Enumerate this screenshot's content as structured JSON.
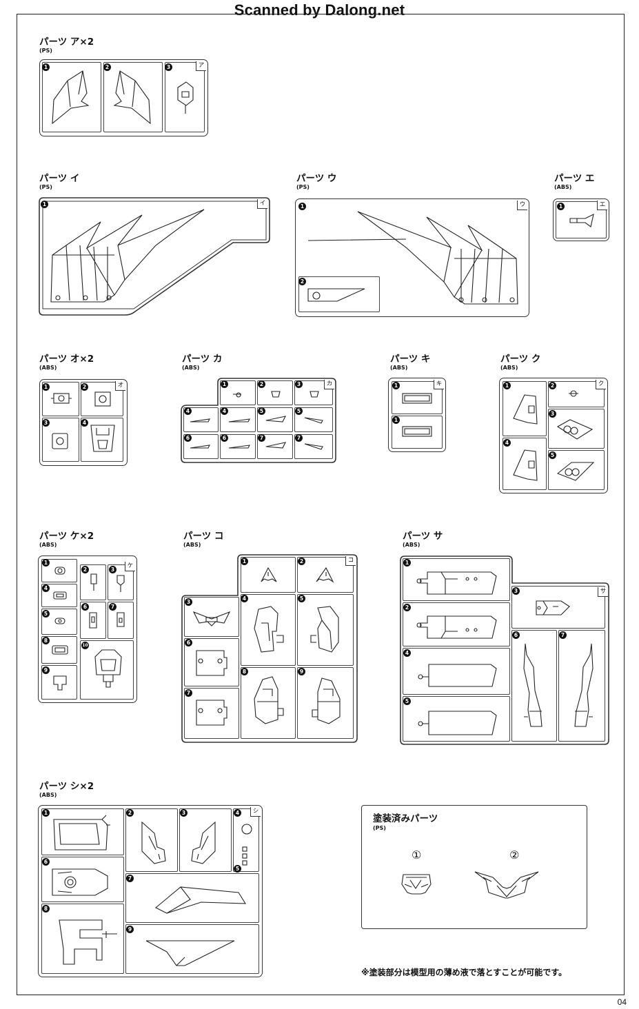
{
  "header": {
    "watermark": "Scanned by Dalong.net"
  },
  "page_number": "04",
  "parts": {
    "a": {
      "title": "パーツ ア×2",
      "material": "(PS)",
      "tag": "ア",
      "nums": [
        "1",
        "2",
        "3"
      ]
    },
    "i": {
      "title": "パーツ イ",
      "material": "(PS)",
      "tag": "イ",
      "nums": [
        "1"
      ]
    },
    "u": {
      "title": "パーツ ウ",
      "material": "(PS)",
      "tag": "ウ",
      "nums": [
        "1",
        "2"
      ]
    },
    "e": {
      "title": "パーツ エ",
      "material": "(ABS)",
      "tag": "エ",
      "nums": [
        "1"
      ]
    },
    "o": {
      "title": "パーツ オ×2",
      "material": "(ABS)",
      "tag": "オ",
      "nums": [
        "1",
        "2",
        "3",
        "4"
      ]
    },
    "ka": {
      "title": "パーツ カ",
      "material": "(ABS)",
      "tag": "カ",
      "nums": [
        "1",
        "2",
        "3",
        "4",
        "4",
        "5",
        "5",
        "6",
        "6",
        "7",
        "7"
      ]
    },
    "ki": {
      "title": "パーツ キ",
      "material": "(ABS)",
      "tag": "キ",
      "nums": [
        "1",
        "1"
      ]
    },
    "ku": {
      "title": "パーツ ク",
      "material": "(ABS)",
      "tag": "ク",
      "nums": [
        "1",
        "2",
        "3",
        "4",
        "5"
      ]
    },
    "ke": {
      "title": "パーツ ケ×2",
      "material": "(ABS)",
      "tag": "ケ",
      "nums": [
        "1",
        "2",
        "3",
        "4",
        "5",
        "6",
        "7",
        "8",
        "9",
        "10"
      ]
    },
    "ko": {
      "title": "パーツ コ",
      "material": "(ABS)",
      "tag": "コ",
      "nums": [
        "1",
        "2",
        "3",
        "4",
        "5",
        "6",
        "7",
        "8",
        "9"
      ]
    },
    "sa": {
      "title": "パーツ サ",
      "material": "(ABS)",
      "tag": "サ",
      "nums": [
        "1",
        "2",
        "3",
        "4",
        "5",
        "6",
        "7"
      ]
    },
    "shi": {
      "title": "パーツ シ×2",
      "material": "(ABS)",
      "tag": "シ",
      "nums": [
        "1",
        "2",
        "3",
        "4",
        "5",
        "6",
        "7",
        "8",
        "9"
      ]
    }
  },
  "painted": {
    "title": "塗装済みパーツ",
    "material": "(PS)",
    "item1": "①",
    "item2": "②"
  },
  "footnote": "※塗装部分は模型用の薄め液で落とすことが可能です。"
}
